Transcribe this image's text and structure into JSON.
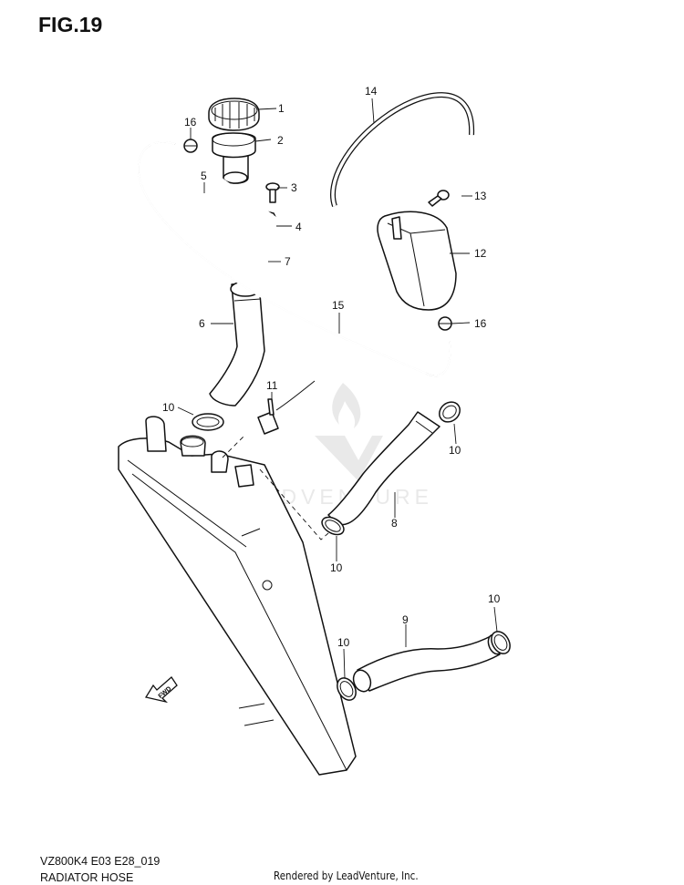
{
  "figure": {
    "title": "FIG.19"
  },
  "footer": {
    "code": "VZ800K4 E03 E28_019",
    "name": "RADIATOR HOSE",
    "credit": "Rendered by LeadVenture, Inc."
  },
  "watermark": {
    "text": "LEADVENTURE"
  },
  "fwd_label": "FWD",
  "callouts": {
    "c1": "1",
    "c2": "2",
    "c3": "3",
    "c4": "4",
    "c5": "5",
    "c6": "6",
    "c7": "7",
    "c8": "8",
    "c9": "9",
    "c10a": "10",
    "c10b": "10",
    "c10c": "10",
    "c10d": "10",
    "c10e": "10",
    "c11": "11",
    "c12": "12",
    "c13": "13",
    "c14": "14",
    "c15": "15",
    "c16a": "16",
    "c16b": "16"
  }
}
